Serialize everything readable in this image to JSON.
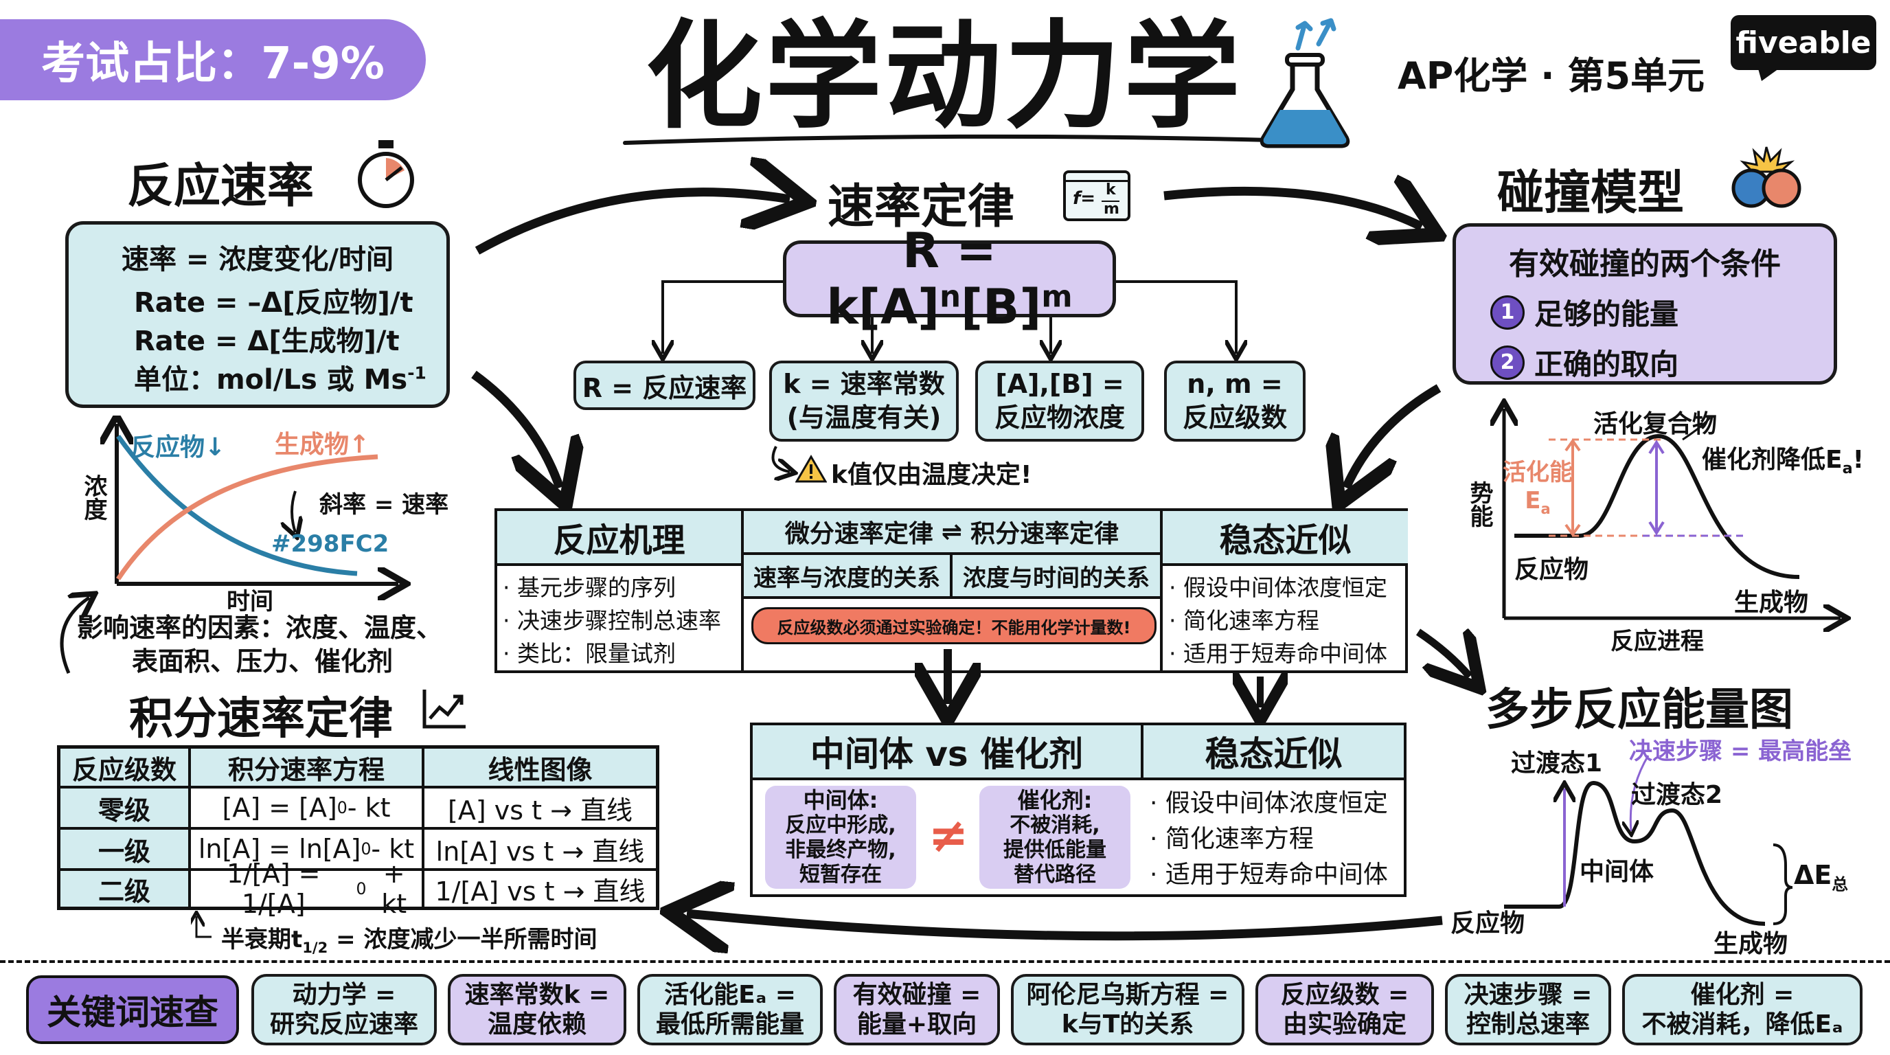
{
  "header": {
    "exam_badge": "考试占比：7-9%",
    "title": "化学动力学",
    "subtitle": "AP化学 · 第5单元",
    "brand": "fiveable"
  },
  "reaction_rate": {
    "title": "反应速率",
    "line1": "速率 = 浓度变化/时间",
    "line2": "Rate = –Δ[反应物]/t",
    "line3": "Rate =  Δ[生成物]/t",
    "line4_prefix": "单位：mol/Ls 或 Ms",
    "line4_sup": "-1"
  },
  "conc_graph": {
    "ylabel": "浓度",
    "xlabel": "时间",
    "reactant_label": "反应物↓",
    "product_label": "生成物↑",
    "slope_label": "斜率 = 速率",
    "color_note": "#298FC2",
    "reactant_color": "#2a7ea6",
    "product_color": "#e8876b"
  },
  "factors": {
    "line1": "影响速率的因素：浓度、温度、",
    "line2": "表面积、压力、催化剂"
  },
  "rate_law": {
    "title": "速率定律",
    "icon_text_top": "f=",
    "icon_frac_top": "k",
    "icon_frac_bottom": "m",
    "eq_main": "R = k[A]",
    "eq_sup1": "n",
    "eq_mid": "[B]",
    "eq_sup2": "m",
    "defs": [
      {
        "line1": "R = 反应速率",
        "line2": ""
      },
      {
        "line1": "k = 速率常数",
        "line2": "(与温度有关)"
      },
      {
        "line1": "[A],[B] =",
        "line2": "反应物浓度"
      },
      {
        "line1": "n, m =",
        "line2": "反应级数"
      }
    ],
    "warning": "k值仅由温度决定!"
  },
  "collision": {
    "title": "碰撞模型",
    "box_title": "有效碰撞的两个条件",
    "cond1_num": "1",
    "cond1": "足够的能量",
    "cond2_num": "2",
    "cond2": "正确的取向"
  },
  "energy_diagram": {
    "ylabel": "势能",
    "xlabel": "反应进程",
    "complex": "活化复合物",
    "catalyst_prefix": "催化剂降低E",
    "catalyst_sub": "a",
    "catalyst_suffix": "!",
    "ea_label": "活化能",
    "ea_symbol": "E",
    "ea_sub": "a",
    "reactant": "反应物",
    "product": "生成物"
  },
  "mechanism": {
    "title": "反应机理",
    "bullets": [
      "· 基元步骤的序列",
      "· 决速步骤控制总速率",
      "· 类比：限量试剂"
    ],
    "diff_integ_left": "微分速率定律",
    "diff_integ_right": "积分速率定律",
    "sub_left": "速率与浓度的关系",
    "sub_right": "浓度与时间的关系",
    "warning_bar": "反应级数必须通过实验确定！不能用化学计量数!"
  },
  "steady_state_top": {
    "title": "稳态近似",
    "bullets": [
      "· 假设中间体浓度恒定",
      "· 简化速率方程",
      "· 适用于短寿命中间体"
    ]
  },
  "integrated": {
    "title": "积分速率定律",
    "headers": [
      "反应级数",
      "积分速率方程",
      "线性图像"
    ],
    "rows": [
      {
        "order": "零级",
        "eq_a": "[A] = [A]",
        "eq_sub": "0",
        "eq_b": " - kt",
        "plot": "[A] vs t → 直线"
      },
      {
        "order": "一级",
        "eq_a": "ln[A] = ln[A]",
        "eq_sub": "0",
        "eq_b": " - kt",
        "plot": "ln[A] vs t → 直线"
      },
      {
        "order": "二级",
        "eq_a": "1/[A] = 1/[A]",
        "eq_sub": "0",
        "eq_b": " + kt",
        "plot": "1/[A] vs t → 直线"
      }
    ],
    "halflife_prefix": "半衰期t",
    "halflife_sub": "1/2",
    "halflife_suffix": " = 浓度减少一半所需时间"
  },
  "intermediate_catalyst": {
    "title": "中间体 vs 催化剂",
    "left_head": "中间体:",
    "left_lines": [
      "反应中形成,",
      "非最终产物,",
      "短暂存在"
    ],
    "neq": "≠",
    "right_head": "催化剂:",
    "right_lines": [
      "不被消耗,",
      "提供低能量",
      "替代路径"
    ]
  },
  "steady_state_bottom": {
    "title": "稳态近似",
    "bullets": [
      "· 假设中间体浓度恒定",
      "· 简化速率方程",
      "· 适用于短寿命中间体"
    ]
  },
  "multistep": {
    "title": "多步反应能量图",
    "ts1": "过渡态1",
    "ts2": "过渡态2",
    "rds": "决速步骤 = 最高能垒",
    "intermediate": "中间体",
    "reactant": "反应物",
    "product": "生成物",
    "delta_e": "ΔE",
    "delta_sub": "总"
  },
  "keywords": {
    "label": "关键词速查",
    "chips": [
      {
        "line1": "动力学 =",
        "line2": "研究反应速率",
        "color": "#d3ecef"
      },
      {
        "line1": "速率常数k =",
        "line2": "温度依赖",
        "color": "#d9cdf2"
      },
      {
        "line1": "活化能Eₐ =",
        "line2": "最低所需能量",
        "color": "#d3ecef"
      },
      {
        "line1": "有效碰撞 =",
        "line2": "能量+取向",
        "color": "#d9cdf2"
      },
      {
        "line1": "阿伦尼乌斯方程 =",
        "line2": "k与T的关系",
        "color": "#d3ecef"
      },
      {
        "line1": "反应级数 =",
        "line2": "由实验确定",
        "color": "#d9cdf2"
      },
      {
        "line1": "决速步骤 =",
        "line2": "控制总速率",
        "color": "#d3ecef"
      },
      {
        "line1": "催化剂 =",
        "line2": "不被消耗，降低Eₐ",
        "color": "#d3ecef"
      }
    ]
  }
}
